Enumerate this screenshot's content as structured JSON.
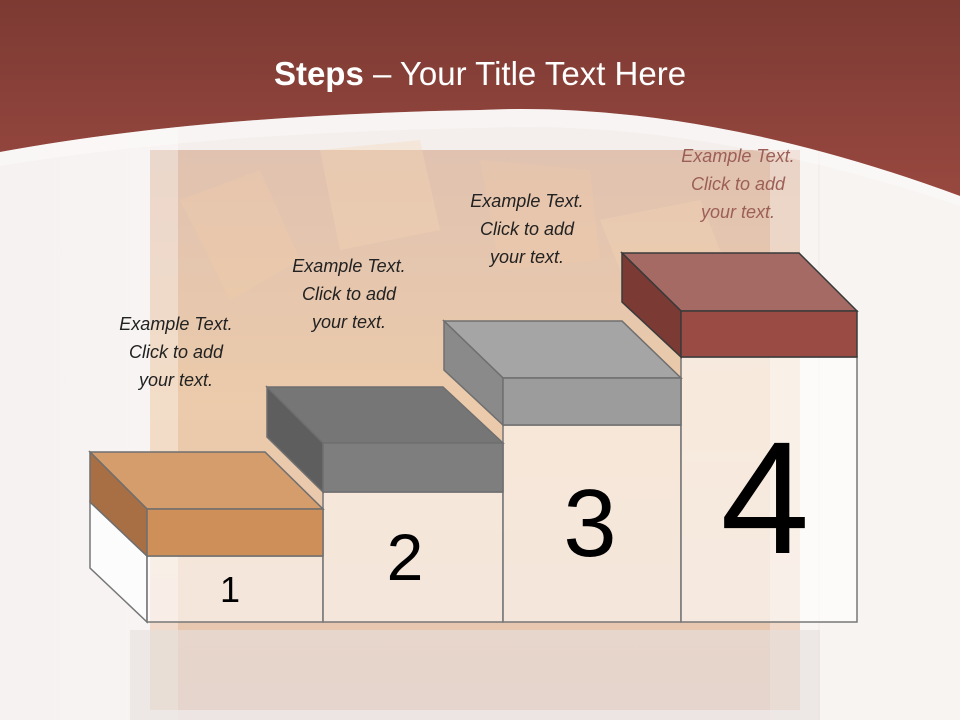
{
  "slide": {
    "title_bold": "Steps",
    "title_rest": " – Your Title Text Here"
  },
  "colors": {
    "header": "#8e433b",
    "step1": "#cf8f58",
    "step2": "#7e7e7e",
    "step3": "#9c9c9c",
    "step4": "#9a4b44"
  },
  "steps": [
    {
      "number": "1",
      "line1": "Example Text.",
      "line2": "Click  to add",
      "line3": "your text."
    },
    {
      "number": "2",
      "line1": "Example Text.",
      "line2": "Click  to add",
      "line3": "your text."
    },
    {
      "number": "3",
      "line1": "Example Text.",
      "line2": "Click  to add",
      "line3": "your text."
    },
    {
      "number": "4",
      "line1": "Example Text.",
      "line2": "Click  to add",
      "line3": "your text."
    }
  ]
}
